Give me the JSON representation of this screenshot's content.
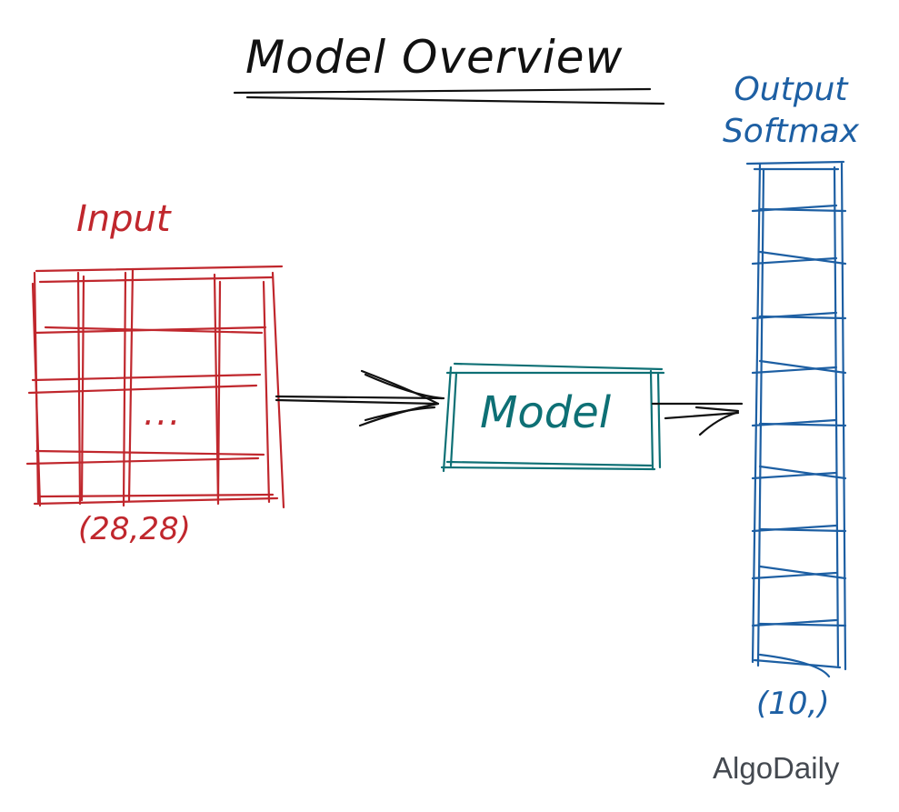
{
  "title": "Model Overview",
  "input": {
    "label": "Input",
    "ellipsis": "...",
    "shape": "(28,28)"
  },
  "model": {
    "label": "Model"
  },
  "output": {
    "label_line1": "Output",
    "label_line2": "Softmax",
    "shape": "(10,)"
  },
  "brand": "AlgoDaily",
  "colors": {
    "title": "#111111",
    "input": "#c0272d",
    "model": "#0e7075",
    "output": "#1d5fa3",
    "arrow": "#111111",
    "brand": "#444950"
  }
}
